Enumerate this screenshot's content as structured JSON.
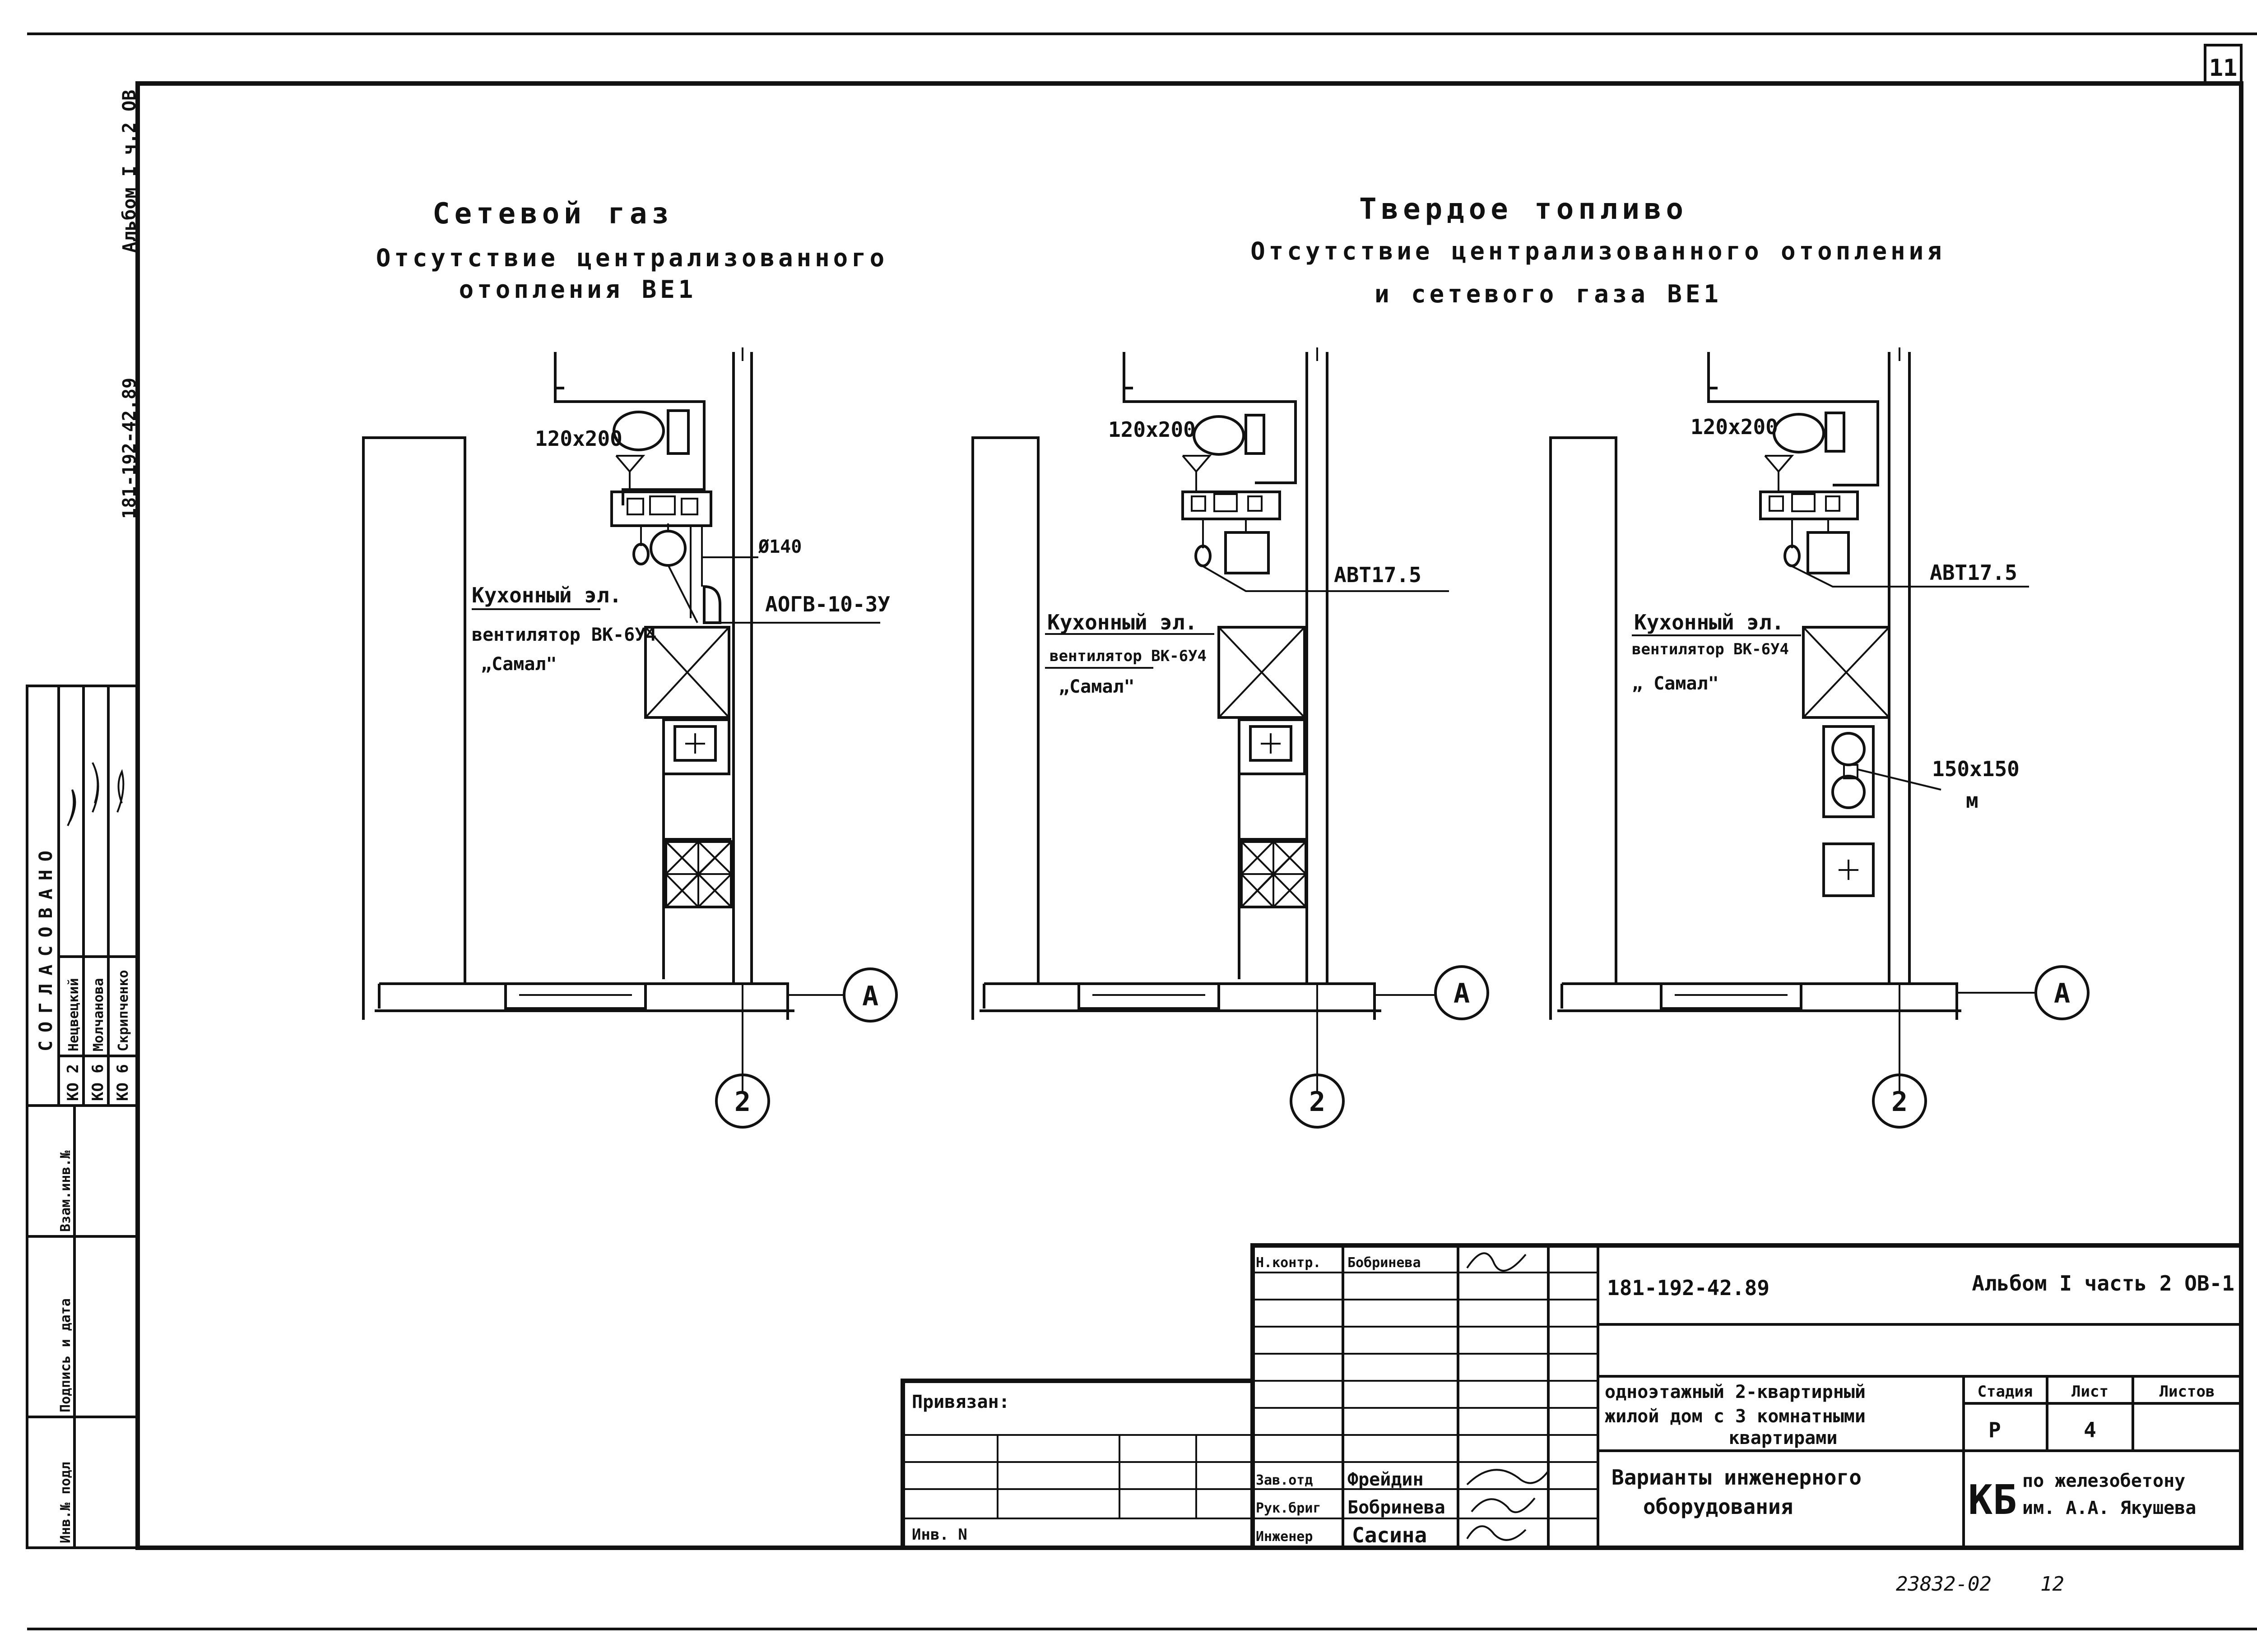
{
  "page_number": "11",
  "side_code": "181-192-42.89",
  "side_album": "Альбом I ч.2 ОВ",
  "variant1": {
    "title_1": "Сетевой газ",
    "title_2": "Отсутствие централизованного",
    "title_3": "отопления ВЕ1",
    "hole": "120х200",
    "pipe": "Ø140",
    "heater": "АОГВ-10-3У",
    "fan_1": "Кухонный эл.",
    "fan_2": "вентилятор ВК-6У4",
    "fan_3": "„Самал\"",
    "axis_letter": "А",
    "axis_number": "2"
  },
  "variant2": {
    "title_1": "Твердое топливо",
    "title_2": "Отсутствие централизованного отопления",
    "title_3": "и сетевого газа ВЕ1",
    "hole": "120х200",
    "heater": "АВТ17.5",
    "fan_1": "Кухонный эл.",
    "fan_2": "вентилятор ВК-6У4",
    "fan_3": "„Самал\"",
    "axis_letter": "А",
    "axis_number": "2"
  },
  "variant3": {
    "hole": "120х200",
    "heater": "АВТ17.5",
    "fan_1": "Кухонный эл.",
    "fan_2": "вентилятор ВК-6У4",
    "fan_3": "„ Самал\"",
    "duct_1": "150х150",
    "duct_2": "м",
    "axis_letter": "А",
    "axis_number": "2"
  },
  "agreement": {
    "title": "СОГЛАСОВАНО",
    "rows": [
      {
        "dept": "КО 2",
        "name": "Нецвецкий"
      },
      {
        "dept": "КО 6",
        "name": "Молчанова"
      },
      {
        "dept": "КО 6",
        "name": "Скрипченко"
      }
    ]
  },
  "side_stamps": [
    "Взам.инв.№",
    "Подпись и дата",
    "Инв.№ подл"
  ],
  "title_block": {
    "code": "181-192-42.89",
    "album": "Альбом I  часть 2  ОВ-1",
    "object_1": "одноэтажный 2-квартирный",
    "object_2": "жилой дом с 3 комнатными",
    "object_3": "квартирами",
    "sheet_title_1": "Варианты инженерного",
    "sheet_title_2": "оборудования",
    "stage_label": "Стадия",
    "sheet_label": "Лист",
    "sheets_label": "Листов",
    "stage": "Р",
    "sheet": "4",
    "org_logo": "КБ",
    "org_1": "по железобетону",
    "org_2": "им. А.А. Якушева",
    "tied": "Привязан:",
    "inv": "Инв. N",
    "roles": [
      {
        "role": "Н.контр.",
        "name": "Бобринева"
      },
      {
        "role": "Зав.отд",
        "name": "Фрейдин"
      },
      {
        "role": "Рук.бриг",
        "name": "Бобринева"
      },
      {
        "role": "Инженер",
        "name": "Сасина"
      }
    ]
  },
  "footer_number": "23832-02",
  "footer_page": "12"
}
